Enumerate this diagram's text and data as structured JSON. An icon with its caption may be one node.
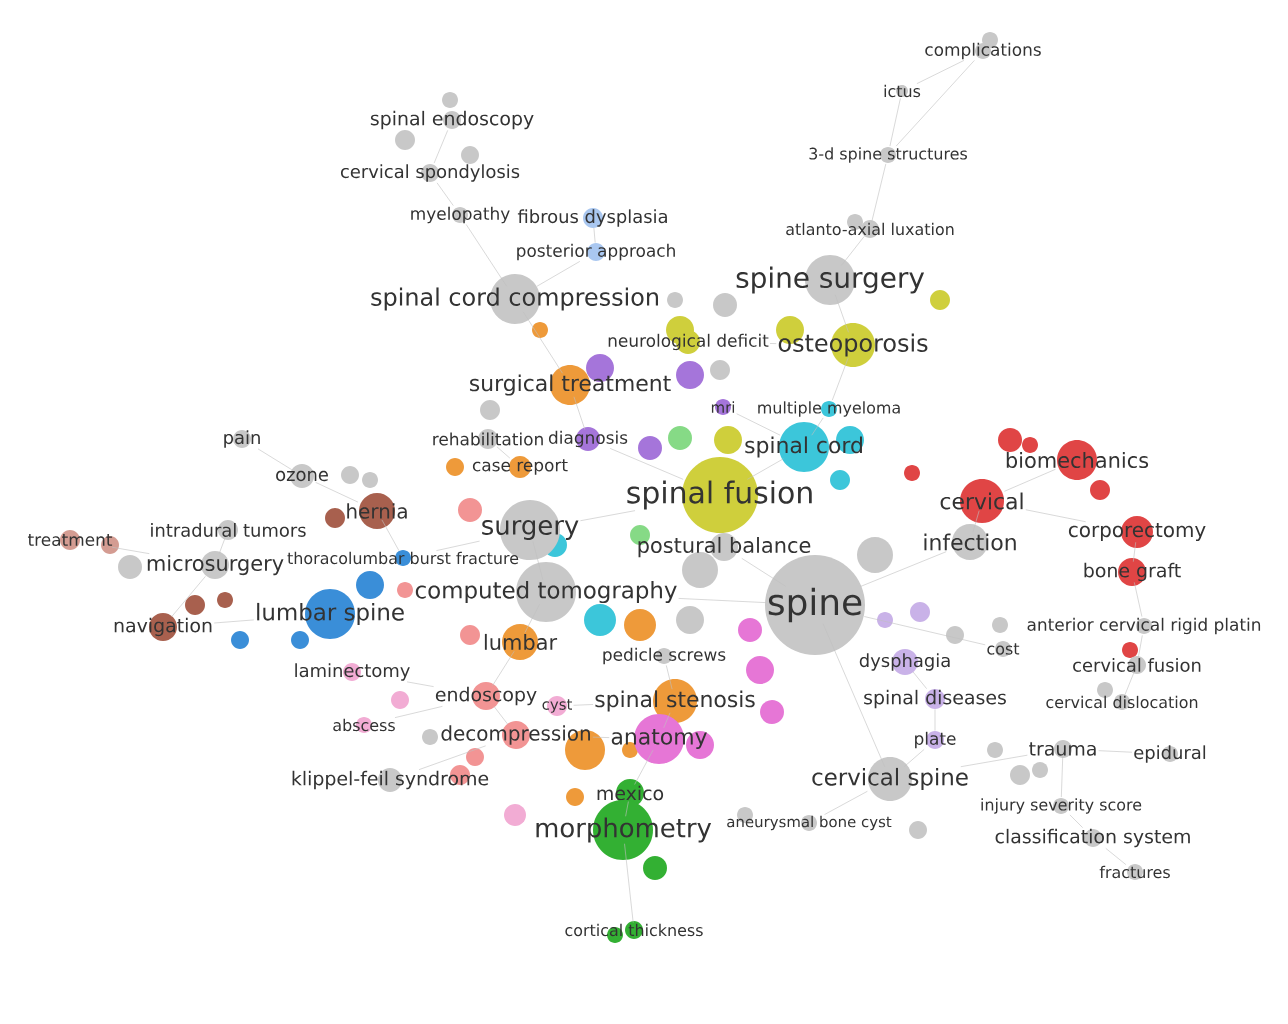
{
  "diagram": {
    "nodes": [
      {
        "text": [
          "complications"
        ]
      },
      {
        "text": [
          "ictus"
        ]
      },
      {
        "text": [
          "spinal endoscopy"
        ]
      },
      {
        "text": [
          "cervical spondylosis"
        ]
      },
      {
        "text": [
          "3-d spine structures"
        ]
      },
      {
        "text": [
          "myelopathy"
        ]
      },
      {
        "text": [
          "fibrous dysplasia"
        ]
      },
      {
        "text": [
          "atlanto-axial luxation"
        ]
      },
      {
        "text": [
          "posterior approach"
        ]
      },
      {
        "text": [
          "spine surgery"
        ]
      },
      {
        "text": [
          "spinal cord compression"
        ]
      },
      {
        "text": [
          "neurological deficit"
        ]
      },
      {
        "text": [
          "osteoporosis"
        ]
      },
      {
        "text": [
          "surgical treatment"
        ]
      },
      {
        "text": [
          "mri"
        ]
      },
      {
        "text": [
          "multiple myeloma"
        ]
      },
      {
        "text": [
          "pain"
        ]
      },
      {
        "text": [
          "rehabilitation"
        ]
      },
      {
        "text": [
          "diagnosis"
        ]
      },
      {
        "text": [
          "spinal cord"
        ]
      },
      {
        "text": [
          "biomechanics"
        ]
      },
      {
        "text": [
          "case report"
        ]
      },
      {
        "text": [
          "ozone"
        ]
      },
      {
        "text": [
          "spinal fusion"
        ]
      },
      {
        "text": [
          "cervical"
        ]
      },
      {
        "text": [
          "hernia"
        ]
      },
      {
        "text": [
          "treatment"
        ]
      },
      {
        "text": [
          "intradural tumors"
        ]
      },
      {
        "text": [
          "surgery"
        ]
      },
      {
        "text": [
          "infection"
        ]
      },
      {
        "text": [
          "corporectomy"
        ]
      },
      {
        "text": [
          "microsurgery"
        ]
      },
      {
        "text": [
          "thoracolumbar burst fracture"
        ]
      },
      {
        "text": [
          "postural balance"
        ]
      },
      {
        "text": [
          "bone graft"
        ]
      },
      {
        "text": [
          "computed tomography"
        ]
      },
      {
        "text": [
          "spine"
        ]
      },
      {
        "text": [
          "navigation"
        ]
      },
      {
        "text": [
          "lumbar spine"
        ]
      },
      {
        "text": [
          "anterior cervical rigid platin"
        ]
      },
      {
        "text": [
          "lumbar"
        ]
      },
      {
        "text": [
          "pedicle screws"
        ]
      },
      {
        "text": [
          "dysphagia"
        ]
      },
      {
        "text": [
          "cost"
        ]
      },
      {
        "text": [
          "cervical fusion"
        ]
      },
      {
        "text": [
          "laminectomy"
        ]
      },
      {
        "text": [
          "endoscopy"
        ]
      },
      {
        "text": [
          "cyst"
        ]
      },
      {
        "text": [
          "spinal stenosis"
        ]
      },
      {
        "text": [
          "spinal diseases"
        ]
      },
      {
        "text": [
          "cervical dislocation"
        ]
      },
      {
        "text": [
          "abscess"
        ]
      },
      {
        "text": [
          "decompression"
        ]
      },
      {
        "text": [
          "anatomy"
        ]
      },
      {
        "text": [
          "plate"
        ]
      },
      {
        "text": [
          "trauma"
        ]
      },
      {
        "text": [
          "epidural"
        ]
      },
      {
        "text": [
          "klippel-feil syndrome"
        ]
      },
      {
        "text": [
          "cervical spine"
        ]
      },
      {
        "text": [
          "mexico"
        ]
      },
      {
        "text": [
          "morphometry"
        ]
      },
      {
        "text": [
          "aneurysmal bone cyst"
        ]
      },
      {
        "text": [
          "injury severity score"
        ]
      },
      {
        "text": [
          "classification system"
        ]
      },
      {
        "text": [
          "fractures"
        ]
      },
      {
        "text": [
          "cortical thickness"
        ]
      },
      {
        "text": [],
        "shape": "circle"
      },
      {
        "text": [],
        "shape": "circle"
      },
      {
        "text": [],
        "shape": "circle"
      },
      {
        "text": [],
        "shape": "circle"
      },
      {
        "text": [],
        "shape": "circle"
      },
      {
        "text": [],
        "shape": "circle"
      },
      {
        "text": [],
        "shape": "circle"
      },
      {
        "text": [],
        "shape": "circle"
      },
      {
        "text": [],
        "shape": "circle"
      },
      {
        "text": [],
        "shape": "circle"
      },
      {
        "text": [],
        "shape": "circle"
      },
      {
        "text": [],
        "shape": "circle"
      },
      {
        "text": [],
        "shape": "circle"
      },
      {
        "text": [],
        "shape": "circle"
      },
      {
        "text": [],
        "shape": "circle"
      },
      {
        "text": [],
        "shape": "circle"
      },
      {
        "text": [],
        "shape": "circle"
      },
      {
        "text": [],
        "shape": "circle"
      },
      {
        "text": [],
        "shape": "circle"
      },
      {
        "text": [],
        "shape": "circle"
      },
      {
        "text": [],
        "shape": "circle"
      },
      {
        "text": [],
        "shape": "circle"
      },
      {
        "text": [],
        "shape": "circle"
      },
      {
        "text": [],
        "shape": "circle"
      },
      {
        "text": [],
        "shape": "circle"
      },
      {
        "text": [],
        "shape": "circle"
      },
      {
        "text": [],
        "shape": "circle"
      },
      {
        "text": [],
        "shape": "circle"
      },
      {
        "text": [],
        "shape": "circle"
      },
      {
        "text": [],
        "shape": "circle"
      },
      {
        "text": [],
        "shape": "circle"
      },
      {
        "text": [],
        "shape": "circle"
      },
      {
        "text": [],
        "shape": "circle"
      },
      {
        "text": [],
        "shape": "circle"
      },
      {
        "text": [],
        "shape": "circle"
      },
      {
        "text": [],
        "shape": "circle"
      },
      {
        "text": [],
        "shape": "circle"
      },
      {
        "text": [],
        "shape": "circle"
      },
      {
        "text": [],
        "shape": "circle"
      },
      {
        "text": [],
        "shape": "circle"
      },
      {
        "text": [],
        "shape": "circle"
      },
      {
        "text": [],
        "shape": "circle"
      },
      {
        "text": [],
        "shape": "circle"
      },
      {
        "text": [],
        "shape": "circle"
      },
      {
        "text": [],
        "shape": "circle"
      },
      {
        "text": [],
        "shape": "circle"
      },
      {
        "text": [],
        "shape": "circle"
      },
      {
        "text": [],
        "shape": "circle"
      },
      {
        "text": [],
        "shape": "circle"
      },
      {
        "text": [],
        "shape": "circle"
      },
      {
        "text": [],
        "shape": "circle"
      },
      {
        "text": [],
        "shape": "circle"
      },
      {
        "text": [],
        "shape": "circle"
      },
      {
        "text": [],
        "shape": "circle"
      },
      {
        "text": [],
        "shape": "circle"
      },
      {
        "text": [],
        "shape": "circle"
      },
      {
        "text": [],
        "shape": "circle"
      },
      {
        "text": [],
        "shape": "circle"
      },
      {
        "text": [],
        "shape": "circle"
      },
      {
        "text": [],
        "shape": "circle"
      },
      {
        "text": [],
        "shape": "circle"
      },
      {
        "text": [],
        "shape": "circle"
      },
      {
        "text": [],
        "shape": "circle"
      },
      {
        "text": [],
        "shape": "circle"
      },
      {
        "text": [],
        "shape": "circle"
      },
      {
        "text": [],
        "shape": "circle"
      },
      {
        "text": [],
        "shape": "circle"
      },
      {
        "text": [],
        "shape": "circle"
      },
      {
        "text": [],
        "shape": "circle"
      },
      {
        "text": [],
        "shape": "circle"
      }
    ],
    "edges": [
      {
        "from": 0,
        "to": 1,
        "arrow": "none"
      },
      {
        "from": 1,
        "to": 4,
        "arrow": "none"
      },
      {
        "from": 4,
        "to": 7,
        "arrow": "none"
      },
      {
        "from": 7,
        "to": 9,
        "arrow": "none"
      },
      {
        "from": 2,
        "to": 3,
        "arrow": "none"
      },
      {
        "from": 3,
        "to": 5,
        "arrow": "none"
      },
      {
        "from": 5,
        "to": 10,
        "arrow": "none"
      },
      {
        "from": 6,
        "to": 8,
        "arrow": "none"
      },
      {
        "from": 8,
        "to": 10,
        "arrow": "none"
      },
      {
        "from": 10,
        "to": 13,
        "arrow": "none"
      },
      {
        "from": 9,
        "to": 12,
        "arrow": "none"
      },
      {
        "from": 11,
        "to": 12,
        "arrow": "none"
      },
      {
        "from": 12,
        "to": 15,
        "arrow": "none"
      },
      {
        "from": 13,
        "to": 18,
        "arrow": "none"
      },
      {
        "from": 17,
        "to": 21,
        "arrow": "none"
      },
      {
        "from": 18,
        "to": 23,
        "arrow": "none"
      },
      {
        "from": 14,
        "to": 19,
        "arrow": "none"
      },
      {
        "from": 19,
        "to": 23,
        "arrow": "none"
      },
      {
        "from": 20,
        "to": 24,
        "arrow": "none"
      },
      {
        "from": 24,
        "to": 30,
        "arrow": "none"
      },
      {
        "from": 30,
        "to": 34,
        "arrow": "none"
      },
      {
        "from": 24,
        "to": 29,
        "arrow": "none"
      },
      {
        "from": 29,
        "to": 36,
        "arrow": "none"
      },
      {
        "from": 16,
        "to": 22,
        "arrow": "none"
      },
      {
        "from": 22,
        "to": 25,
        "arrow": "none"
      },
      {
        "from": 26,
        "to": 31,
        "arrow": "none"
      },
      {
        "from": 31,
        "to": 37,
        "arrow": "none"
      },
      {
        "from": 37,
        "to": 38,
        "arrow": "none"
      },
      {
        "from": 32,
        "to": 28,
        "arrow": "none"
      },
      {
        "from": 28,
        "to": 35,
        "arrow": "none"
      },
      {
        "from": 35,
        "to": 40,
        "arrow": "none"
      },
      {
        "from": 40,
        "to": 46,
        "arrow": "none"
      },
      {
        "from": 46,
        "to": 52,
        "arrow": "none"
      },
      {
        "from": 51,
        "to": 46,
        "arrow": "none"
      },
      {
        "from": 52,
        "to": 53,
        "arrow": "none"
      },
      {
        "from": 48,
        "to": 53,
        "arrow": "none"
      },
      {
        "from": 53,
        "to": 59,
        "arrow": "none"
      },
      {
        "from": 59,
        "to": 60,
        "arrow": "none"
      },
      {
        "from": 60,
        "to": 65,
        "arrow": "none"
      },
      {
        "from": 57,
        "to": 52,
        "arrow": "none"
      },
      {
        "from": 35,
        "to": 36,
        "arrow": "none"
      },
      {
        "from": 36,
        "to": 58,
        "arrow": "none"
      },
      {
        "from": 58,
        "to": 54,
        "arrow": "none"
      },
      {
        "from": 54,
        "to": 49,
        "arrow": "none"
      },
      {
        "from": 42,
        "to": 49,
        "arrow": "none"
      },
      {
        "from": 58,
        "to": 55,
        "arrow": "none"
      },
      {
        "from": 55,
        "to": 62,
        "arrow": "none"
      },
      {
        "from": 62,
        "to": 63,
        "arrow": "none"
      },
      {
        "from": 63,
        "to": 64,
        "arrow": "none"
      },
      {
        "from": 55,
        "to": 56,
        "arrow": "none"
      },
      {
        "from": 50,
        "to": 44,
        "arrow": "none"
      },
      {
        "from": 44,
        "to": 39,
        "arrow": "none"
      },
      {
        "from": 39,
        "to": 34,
        "arrow": "none"
      },
      {
        "from": 58,
        "to": 61,
        "arrow": "none"
      },
      {
        "from": 41,
        "to": 48,
        "arrow": "none"
      },
      {
        "from": 28,
        "to": 23,
        "arrow": "none"
      },
      {
        "from": 36,
        "to": 33,
        "arrow": "none"
      },
      {
        "from": 15,
        "to": 19,
        "arrow": "none"
      },
      {
        "from": 25,
        "to": 32,
        "arrow": "none"
      },
      {
        "from": 27,
        "to": 31,
        "arrow": "none"
      },
      {
        "from": 45,
        "to": 46,
        "arrow": "none"
      },
      {
        "from": 47,
        "to": 48,
        "arrow": "none"
      },
      {
        "from": 43,
        "to": 36,
        "arrow": "none"
      },
      {
        "from": 0,
        "to": 4,
        "arrow": "none"
      }
    ]
  }
}
